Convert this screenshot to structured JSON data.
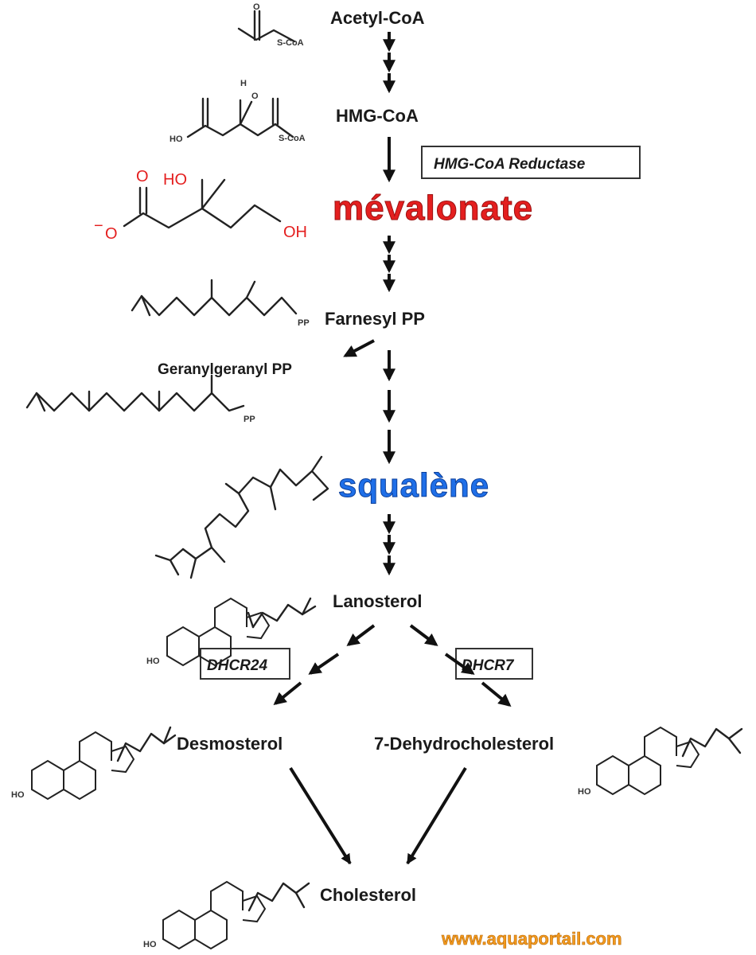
{
  "compounds": {
    "acetyl_coa": "Acetyl-CoA",
    "hmg_coa": "HMG-CoA",
    "mevalonate": "mévalonate",
    "farnesyl_pp": "Farnesyl PP",
    "geranylgeranyl_pp": "Geranylgeranyl PP",
    "squalene": "squalène",
    "lanosterol": "Lanosterol",
    "desmosterol": "Desmosterol",
    "dehydrocholesterol": "7-Dehydrocholesterol",
    "cholesterol": "Cholesterol"
  },
  "enzymes": {
    "hmg_reductase": "HMG-CoA Reductase",
    "dhcr24": "DHCR24",
    "dhcr7": "DHCR7"
  },
  "structure_labels": {
    "s_coa": "S-CoA",
    "ho": "HO",
    "h": "H",
    "o": "O",
    "oh": "OH",
    "minus": "−",
    "pp": "PP"
  },
  "watermark": "www.aquaportail.com",
  "colors": {
    "mevalonate": "#e41f1f",
    "squalene": "#1f6fe8",
    "watermark": "#f39a1e"
  }
}
